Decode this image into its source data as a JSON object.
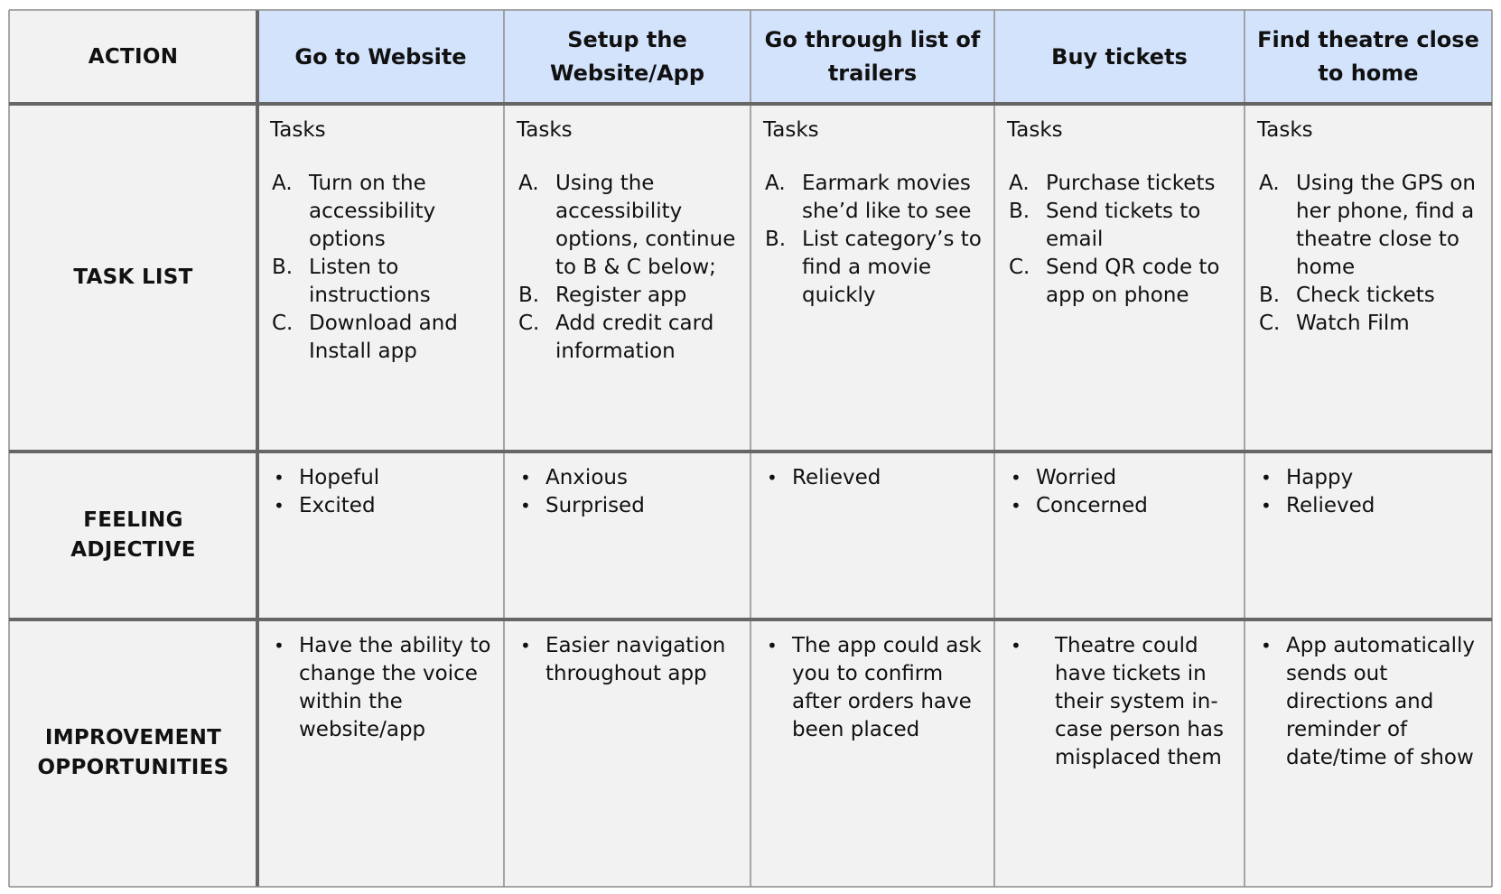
{
  "colors": {
    "header_fill": "#d3e3fc",
    "cell_fill": "#f2f2f2",
    "thin_border": "#8c8c8c",
    "thick_border": "#666666"
  },
  "corner_label": "ACTION",
  "columns": [
    {
      "heading": "Go to Website",
      "tasks_label": "Tasks",
      "tasks": [
        {
          "marker": "A.",
          "text": "Turn on the accessibility options"
        },
        {
          "marker": "B.",
          "text": "Listen to instructions"
        },
        {
          "marker": "C.",
          "text": "Download and Install app"
        }
      ],
      "feelings": [
        "Hopeful",
        "Excited"
      ],
      "improvements": [
        "Have the ability to change the voice within the website/app"
      ]
    },
    {
      "heading": "Setup the Website/App",
      "tasks_label": "Tasks",
      "tasks": [
        {
          "marker": "A.",
          "text": "Using the accessibility options, continue to B & C below;"
        },
        {
          "marker": "B.",
          "text": "Register app"
        },
        {
          "marker": "C.",
          "text": "Add credit card information"
        }
      ],
      "feelings": [
        "Anxious",
        "Surprised"
      ],
      "improvements": [
        "Easier navigation throughout app"
      ]
    },
    {
      "heading": "Go through list of trailers",
      "tasks_label": "Tasks",
      "tasks": [
        {
          "marker": "A.",
          "text": "Earmark movies she’d like to see"
        },
        {
          "marker": "B.",
          "text": "List category’s to find a movie quickly"
        }
      ],
      "feelings": [
        "Relieved"
      ],
      "improvements": [
        "The app could ask you to confirm after orders have been placed"
      ]
    },
    {
      "heading": "Buy tickets",
      "tasks_label": "Tasks",
      "tasks": [
        {
          "marker": "A.",
          "text": "Purchase tickets"
        },
        {
          "marker": "B.",
          "text": "Send tickets to email"
        },
        {
          "marker": "C.",
          "text": "Send QR code to app on phone"
        }
      ],
      "feelings": [
        "Worried",
        "Concerned"
      ],
      "improvements": [
        "Theatre could have tickets in their system in-case person has misplaced them"
      ]
    },
    {
      "heading": "Find theatre close to home",
      "tasks_label": "Tasks",
      "tasks": [
        {
          "marker": "A.",
          "text": "Using the GPS on her phone, find a theatre close to home"
        },
        {
          "marker": "B.",
          "text": "Check tickets"
        },
        {
          "marker": "C.",
          "text": "Watch Film"
        }
      ],
      "feelings": [
        "Happy",
        "Relieved"
      ],
      "improvements": [
        "App automatically sends out directions and reminder of date/time of show"
      ]
    }
  ],
  "row_labels": {
    "task_list": "TASK LIST",
    "feeling": "FEELING ADJECTIVE",
    "improvement": "IMPROVEMENT OPPORTUNITIES"
  },
  "bullet_char": "•"
}
